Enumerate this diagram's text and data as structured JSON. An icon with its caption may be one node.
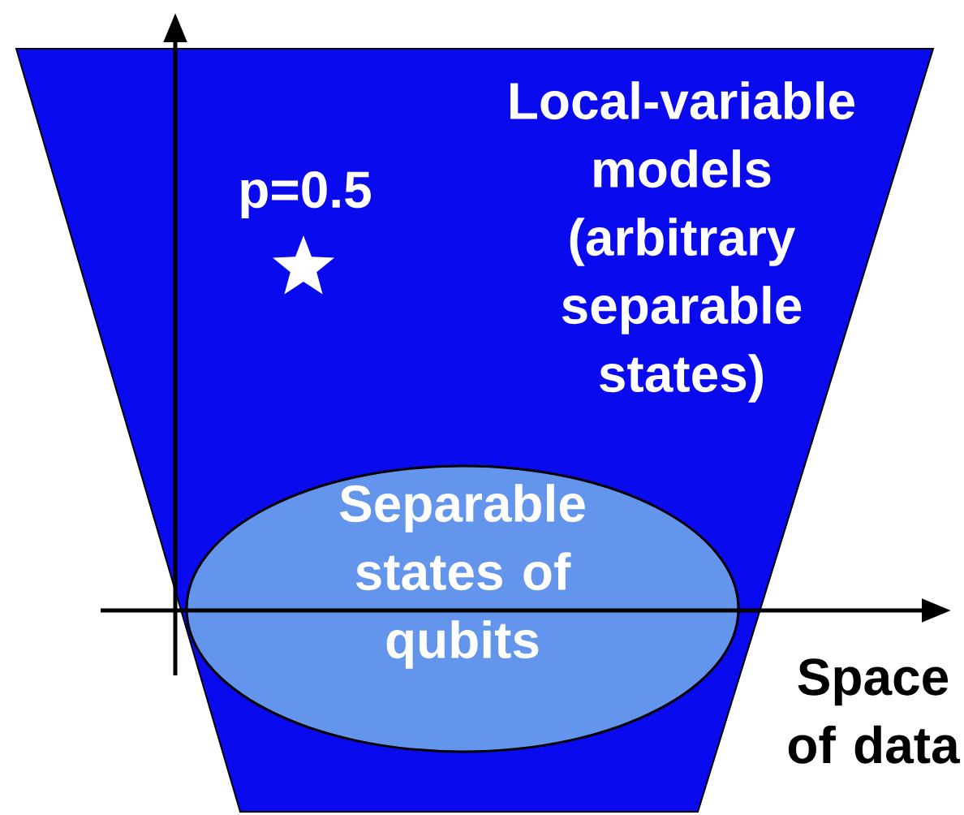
{
  "diagram": {
    "nodes": [
      {
        "text": [
          "Local-variable models (arbitrary separable states)"
        ]
      },
      {
        "text": [
          "Separable states of qubits"
        ],
        "in": 0
      }
    ],
    "labels": [
      "p=0.5",
      "Space of data"
    ]
  }
}
